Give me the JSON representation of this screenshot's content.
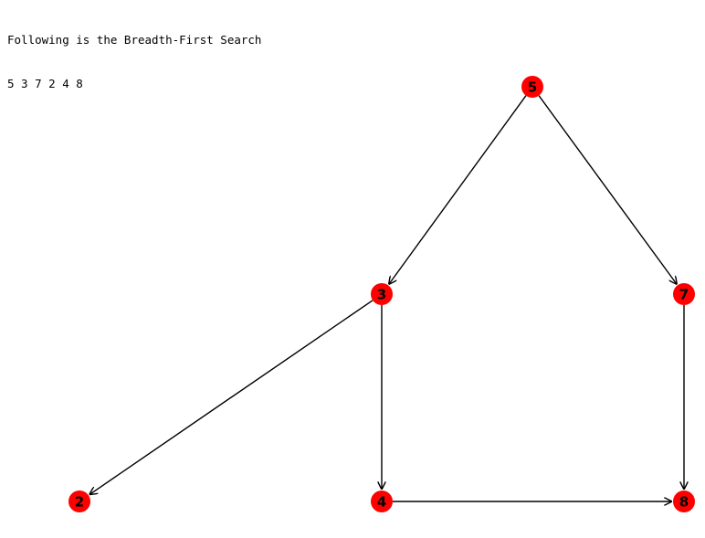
{
  "output": {
    "heading": "Following is the Breadth-First Search",
    "traversal": "5 3 7 2 4 8"
  },
  "graph": {
    "node_color": "#ff0000",
    "edge_color": "#000000",
    "label_color": "#000000",
    "nodes": [
      {
        "id": "5",
        "label": "5"
      },
      {
        "id": "3",
        "label": "3"
      },
      {
        "id": "7",
        "label": "7"
      },
      {
        "id": "2",
        "label": "2"
      },
      {
        "id": "4",
        "label": "4"
      },
      {
        "id": "8",
        "label": "8"
      }
    ],
    "edges": [
      {
        "from": "5",
        "to": "3"
      },
      {
        "from": "5",
        "to": "7"
      },
      {
        "from": "3",
        "to": "2"
      },
      {
        "from": "3",
        "to": "4"
      },
      {
        "from": "7",
        "to": "8"
      },
      {
        "from": "4",
        "to": "8"
      }
    ]
  }
}
